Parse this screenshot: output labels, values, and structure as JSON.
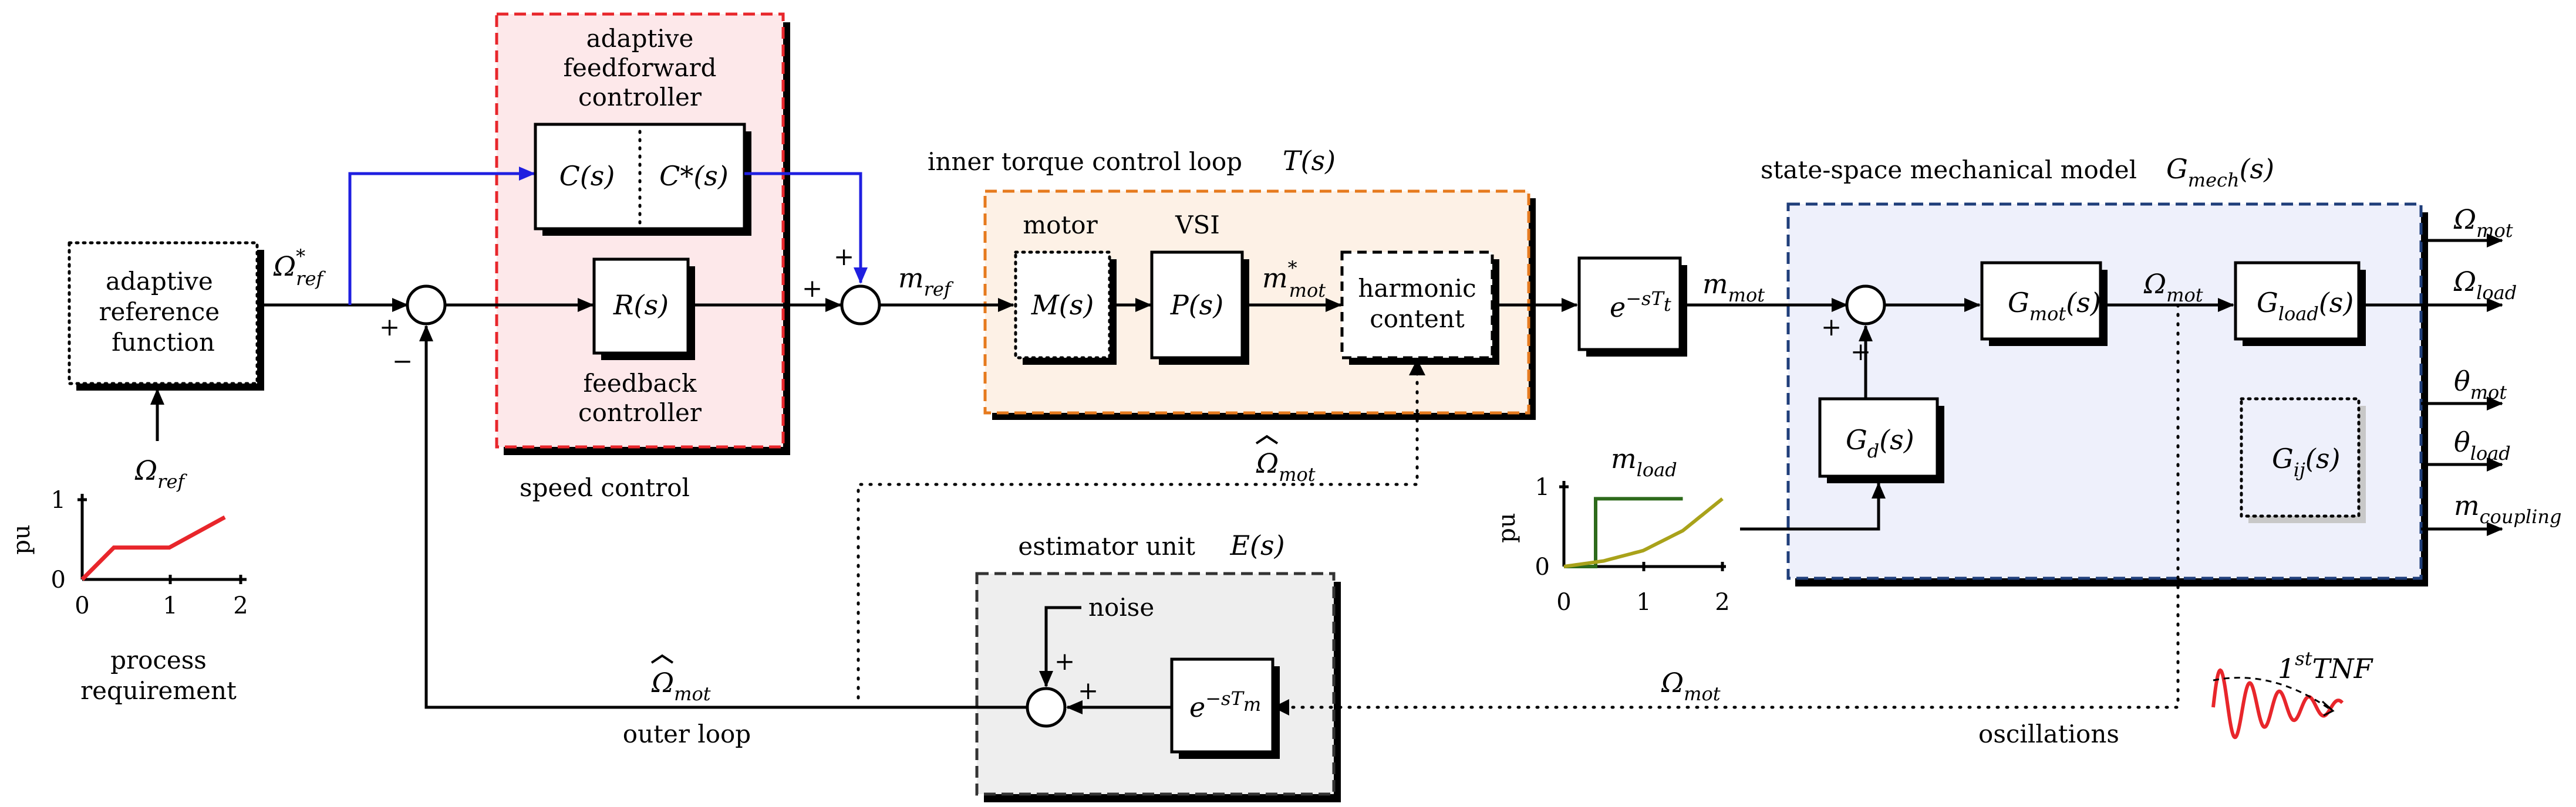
{
  "colors": {
    "speed_control_fill": "#fde8ea",
    "speed_control_border": "#e8262b",
    "inner_loop_fill": "#fdf1e6",
    "inner_loop_border": "#e67a1e",
    "mech_fill": "#eef0fb",
    "mech_border": "#1f3e7a",
    "estimator_fill": "#eeeeee",
    "estimator_border": "#333333",
    "feedforward_wire": "#1f1fe0",
    "process_curve": "#e8262b",
    "load_step": "#2d6a1b",
    "load_curve": "#a9a21a",
    "oscillation": "#e8262b"
  },
  "blocks": {
    "reference_function": "adaptive reference function",
    "feedforward_title_1": "adaptive",
    "feedforward_title_2": "feedforward",
    "feedforward_title_3": "controller",
    "C": "C(s)",
    "Cstar": "C*(s)",
    "R": "R(s)",
    "feedback_1": "feedback",
    "feedback_2": "controller",
    "speed_control": "speed control",
    "inner_loop_title": "inner torque control loop",
    "inner_loop_tf": "T(s)",
    "motor_label": "motor",
    "vsi_label": "VSI",
    "M": "M(s)",
    "P": "P(s)",
    "harmonic_1": "harmonic",
    "harmonic_2": "content",
    "delay_t": "e",
    "delay_t_exp": "−sT",
    "delay_t_sub": "t",
    "mech_title": "state-space mechanical model",
    "mech_tf": "G",
    "mech_tf_sub": "mech",
    "mech_tf_tail": "(s)",
    "Gmot": "G",
    "Gmot_sub": "mot",
    "Gload": "G",
    "Gload_sub": "load",
    "Gd": "G",
    "Gd_sub": "d",
    "Gij": "G",
    "Gij_sub": "ij",
    "s_suffix": "(s)",
    "estimator_title": "estimator unit",
    "estimator_tf": "E(s)",
    "delay_m": "e",
    "delay_m_exp": "−sT",
    "delay_m_sub": "m",
    "noise": "noise",
    "outer_loop": "outer loop",
    "oscillations": "oscillations"
  },
  "signals": {
    "Omega": "Ω",
    "theta": "θ",
    "m": "m",
    "ref": "ref",
    "mot": "mot",
    "load": "load",
    "coupling": "coupling",
    "star": "*",
    "plus": "+",
    "minus": "−",
    "hat": "^"
  },
  "outputs": [
    {
      "sym": "Ω",
      "sub": "mot"
    },
    {
      "sym": "Ω",
      "sub": "load"
    },
    {
      "sym": "θ",
      "sub": "mot"
    },
    {
      "sym": "θ",
      "sub": "load"
    },
    {
      "sym": "m",
      "sub": "coupling"
    }
  ],
  "process_plot": {
    "ylabel": "pu",
    "xlabel_1": "process",
    "xlabel_2": "requirement",
    "xticks": [
      "0",
      "1",
      "2"
    ],
    "yticks": [
      "0",
      "1"
    ]
  },
  "load_plot": {
    "ylabel": "pu",
    "title_sym": "m",
    "title_sub": "load",
    "xticks": [
      "0",
      "1",
      "2"
    ],
    "yticks": [
      "0",
      "1"
    ]
  },
  "tnf_label": "1",
  "tnf_sup": "st",
  "tnf_tail": "TNF",
  "chart_data": [
    {
      "type": "line",
      "title": "",
      "xlabel": "process requirement",
      "ylabel": "pu",
      "xlim": [
        0,
        2
      ],
      "ylim": [
        0,
        1
      ],
      "series": [
        {
          "x": [
            0,
            0.4,
            1.1,
            1.8
          ],
          "values": [
            0,
            0.4,
            0.4,
            0.78
          ]
        }
      ]
    },
    {
      "type": "line",
      "title": "m_load",
      "xlabel": "",
      "ylabel": "pu",
      "xlim": [
        0,
        2
      ],
      "ylim": [
        0,
        1
      ],
      "series": [
        {
          "x": [
            0,
            0.4,
            0.4,
            1.5
          ],
          "values": [
            0,
            0,
            0.85,
            0.85
          ]
        },
        {
          "x": [
            0,
            0.5,
            1.0,
            1.5,
            2.0
          ],
          "values": [
            0,
            0.07,
            0.2,
            0.45,
            0.85
          ]
        }
      ]
    }
  ]
}
